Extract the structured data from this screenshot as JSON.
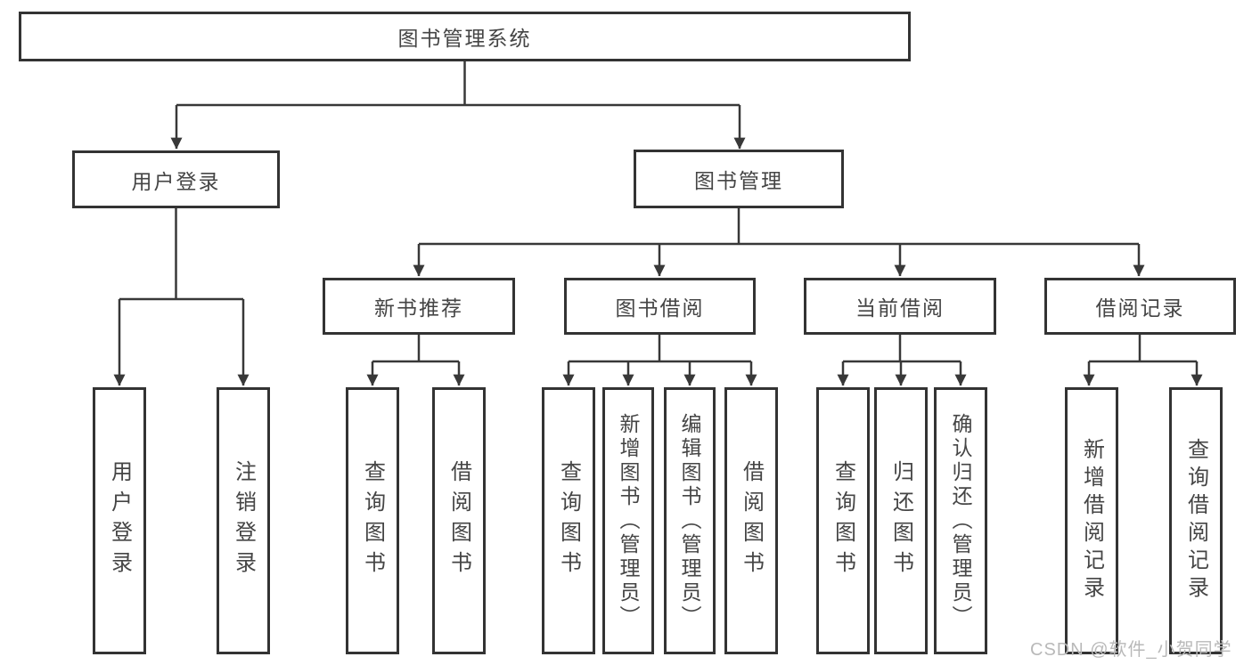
{
  "title": "图书管理系统",
  "level2": [
    {
      "label": "用户登录"
    },
    {
      "label": "图书管理"
    }
  ],
  "level3": [
    {
      "label": "新书推荐"
    },
    {
      "label": "图书借阅"
    },
    {
      "label": "当前借阅"
    },
    {
      "label": "借阅记录"
    }
  ],
  "leaves": {
    "user_login": [
      "用户登录",
      "注销登录"
    ],
    "new_book": [
      "查询图书",
      "借阅图书"
    ],
    "book_borrow": [
      "查询图书",
      "新增图书（管理员）",
      "编辑图书（管理员）",
      "借阅图书"
    ],
    "current_borrow": [
      "查询图书",
      "归还图书",
      "确认归还（管理员）"
    ],
    "borrow_record": [
      "新增借阅记录",
      "查询借阅记录"
    ]
  },
  "watermark": "CSDN @软件_小贺同学",
  "colors": {
    "line": "#383838",
    "border": "#333333",
    "text": "#454545",
    "watermark": "#b9b9b9",
    "background": "#ffffff"
  }
}
